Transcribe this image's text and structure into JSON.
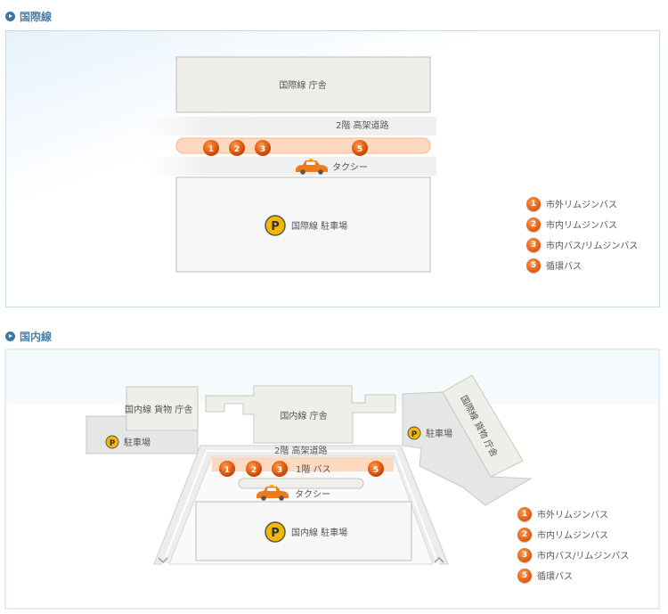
{
  "international": {
    "heading": "国際線",
    "terminal": "国際線 庁舎",
    "elevated_road": "2階 高架道路",
    "bus_stops": [
      "1",
      "2",
      "3",
      "5"
    ],
    "taxi": "タクシー",
    "parking_symbol": "P",
    "parking": "国際線 駐車場",
    "legend": [
      {
        "num": "1",
        "label": "市外リムジンバス"
      },
      {
        "num": "2",
        "label": "市内リムジンバス"
      },
      {
        "num": "3",
        "label": "市内バス/リムジンバス"
      },
      {
        "num": "5",
        "label": "循環バス"
      }
    ]
  },
  "domestic": {
    "heading": "国内線",
    "cargo_terminal": "国内線 貨物 庁舎",
    "left_parking": "駐車場",
    "terminal": "国内線 庁舎",
    "right_parking": "駐車場",
    "intl_cargo_terminal": "国際線 貨物 庁舎",
    "elevated_road": "2階 高架道路",
    "bus_stops": [
      "1",
      "2",
      "3",
      "5"
    ],
    "bus_label": "1階 バス",
    "taxi": "タクシー",
    "parking_symbol": "P",
    "parking": "国内線 駐車場",
    "legend": [
      {
        "num": "1",
        "label": "市外リムジンバス"
      },
      {
        "num": "2",
        "label": "市内リムジンバス"
      },
      {
        "num": "3",
        "label": "市内バス/リムジンバス"
      },
      {
        "num": "5",
        "label": "循環バス"
      }
    ]
  },
  "colors": {
    "accent": "#3f77a3",
    "bus": "#e0560d",
    "parking": "#f5b800",
    "building": "#efefe9"
  }
}
